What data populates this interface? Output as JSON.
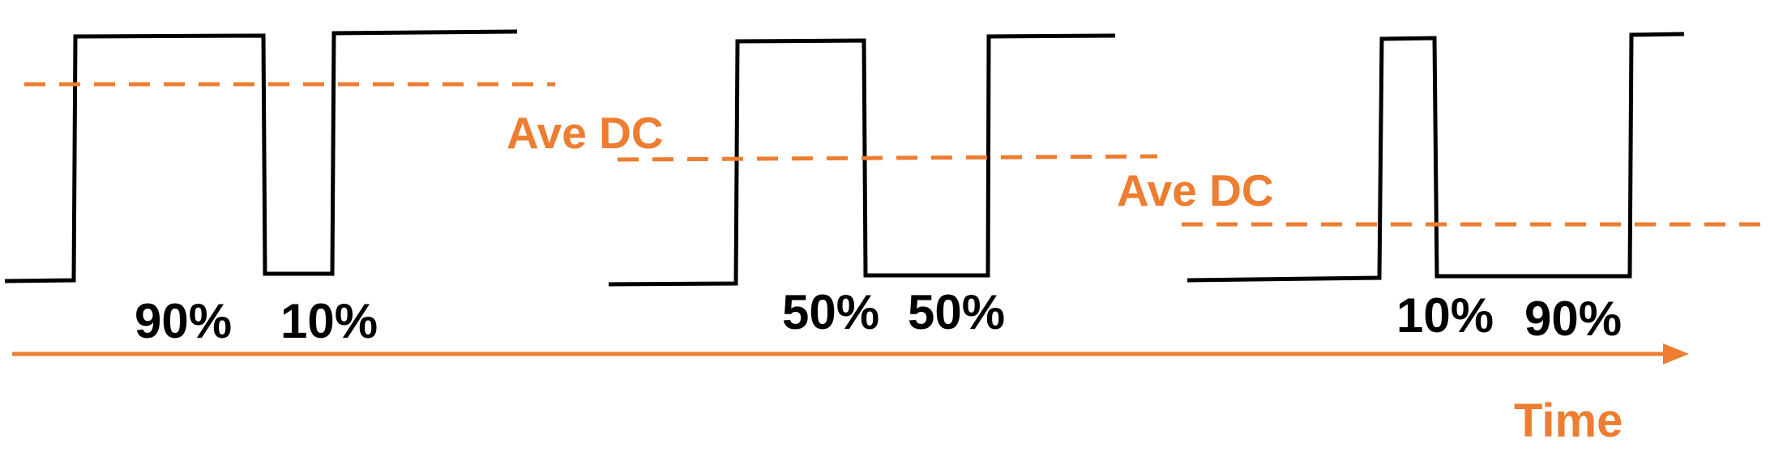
{
  "colors": {
    "accent": "#ED7D31",
    "wave": "#000000"
  },
  "panels": [
    {
      "duty_high": "90%",
      "duty_low": "10%"
    },
    {
      "duty_high": "50%",
      "duty_low": "50%"
    },
    {
      "duty_high": "10%",
      "duty_low": "90%"
    }
  ],
  "labels": {
    "ave_dc_1": "Ave DC",
    "ave_dc_2": "Ave DC",
    "time": "Time"
  }
}
